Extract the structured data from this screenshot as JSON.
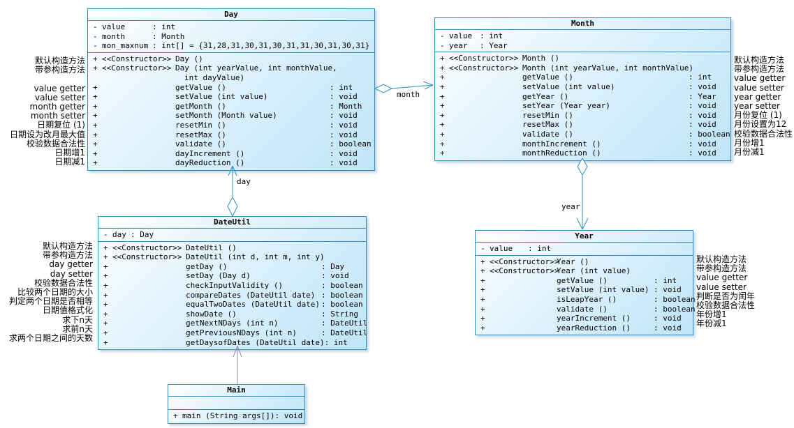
{
  "colors": {
    "box_border": "#2e8fbe",
    "box_fill_light": "#ffffff",
    "box_fill_dark": "#bfe5f8",
    "connector": "#2e8fbe",
    "dependency_connector": "#9186b8",
    "text": "#000000"
  },
  "classes": [
    {
      "name": "Day",
      "attributes": [
        {
          "vis": "-",
          "name": "value",
          "type": ": int"
        },
        {
          "vis": "-",
          "name": "month",
          "type": ": Month"
        },
        {
          "vis": "-",
          "name": "mon_maxnum",
          "type": ": int[] = {31,28,31,30,31,30,31,31,30,31,30,31}"
        }
      ],
      "methods": [
        {
          "vis": "+",
          "stereo": "<<Constructor>>",
          "sig": "Day ()",
          "ret": ""
        },
        {
          "vis": "+",
          "stereo": "<<Constructor>>",
          "sig": "Day (int yearValue, int monthValue,",
          "ret": ""
        },
        {
          "vis": "",
          "stereo": "",
          "sig": "int dayValue)",
          "ret": "",
          "cont": true
        },
        {
          "vis": "+",
          "stereo": "",
          "sig": "getValue ()",
          "ret": ": int"
        },
        {
          "vis": "+",
          "stereo": "",
          "sig": "setValue (int value)",
          "ret": ": void"
        },
        {
          "vis": "+",
          "stereo": "",
          "sig": "getMonth ()",
          "ret": ": Month"
        },
        {
          "vis": "+",
          "stereo": "",
          "sig": "setMonth (Month value)",
          "ret": ": void"
        },
        {
          "vis": "+",
          "stereo": "",
          "sig": "resetMin ()",
          "ret": ": void"
        },
        {
          "vis": "+",
          "stereo": "",
          "sig": "resetMax ()",
          "ret": ": void"
        },
        {
          "vis": "+",
          "stereo": "",
          "sig": "validate ()",
          "ret": ": boolean"
        },
        {
          "vis": "+",
          "stereo": "",
          "sig": "dayIncrement ()",
          "ret": ": void"
        },
        {
          "vis": "+",
          "stereo": "",
          "sig": "dayReduction ()",
          "ret": ": void"
        }
      ]
    },
    {
      "name": "Month",
      "attributes": [
        {
          "vis": "-",
          "name": "value",
          "type": ": int"
        },
        {
          "vis": "-",
          "name": "year",
          "type": ": Year"
        }
      ],
      "methods": [
        {
          "vis": "+",
          "stereo": "<<Constructor>>",
          "sig": "Month ()",
          "ret": ""
        },
        {
          "vis": "+",
          "stereo": "<<Constructor>>",
          "sig": "Month (int yearValue, int monthValue)",
          "ret": ""
        },
        {
          "vis": "+",
          "stereo": "",
          "sig": "getValue ()",
          "ret": ": int"
        },
        {
          "vis": "+",
          "stereo": "",
          "sig": "setValue (int value)",
          "ret": ": void"
        },
        {
          "vis": "+",
          "stereo": "",
          "sig": "getYear ()",
          "ret": ": Year"
        },
        {
          "vis": "+",
          "stereo": "",
          "sig": "setYear (Year year)",
          "ret": ": void"
        },
        {
          "vis": "+",
          "stereo": "",
          "sig": "resetMin ()",
          "ret": ": void"
        },
        {
          "vis": "+",
          "stereo": "",
          "sig": "resetMax ()",
          "ret": ": void"
        },
        {
          "vis": "+",
          "stereo": "",
          "sig": "validate ()",
          "ret": ": boolean"
        },
        {
          "vis": "+",
          "stereo": "",
          "sig": "monthIncrement ()",
          "ret": ": void"
        },
        {
          "vis": "+",
          "stereo": "",
          "sig": "monthReduction ()",
          "ret": ": void"
        }
      ]
    },
    {
      "name": "DateUtil",
      "attributes": [
        {
          "vis": "-",
          "name": "day",
          "type": ": Day"
        }
      ],
      "methods": [
        {
          "vis": "+",
          "stereo": "<<Constructor>>",
          "sig": "DateUtil ()",
          "ret": ""
        },
        {
          "vis": "+",
          "stereo": "<<Constructor>>",
          "sig": "DateUtil (int d, int m, int y)",
          "ret": ""
        },
        {
          "vis": "+",
          "stereo": "",
          "sig": "getDay ()",
          "ret": ": Day"
        },
        {
          "vis": "+",
          "stereo": "",
          "sig": "setDay (Day d)",
          "ret": ": void"
        },
        {
          "vis": "+",
          "stereo": "",
          "sig": "checkInputValidity ()",
          "ret": ": boolean"
        },
        {
          "vis": "+",
          "stereo": "",
          "sig": "compareDates (DateUtil date)",
          "ret": ": boolean"
        },
        {
          "vis": "+",
          "stereo": "",
          "sig": "equalTwoDates (DateUtil date)",
          "ret": ": boolean"
        },
        {
          "vis": "+",
          "stereo": "",
          "sig": "showDate ()",
          "ret": ": String"
        },
        {
          "vis": "+",
          "stereo": "",
          "sig": "getNextNDays (int n)",
          "ret": ": DateUtil"
        },
        {
          "vis": "+",
          "stereo": "",
          "sig": "getPreviousNDays (int n)",
          "ret": ": DateUtil"
        },
        {
          "vis": "+",
          "stereo": "",
          "sig": "getDaysofDates (DateUtil date)",
          "ret": ": int"
        }
      ]
    },
    {
      "name": "Year",
      "attributes": [
        {
          "vis": "-",
          "name": "value",
          "type": ": int"
        }
      ],
      "methods": [
        {
          "vis": "+",
          "stereo": "<<Constructor>>",
          "sig": "Year ()",
          "ret": ""
        },
        {
          "vis": "+",
          "stereo": "<<Constructor>>",
          "sig": "Year (int value)",
          "ret": ""
        },
        {
          "vis": "+",
          "stereo": "",
          "sig": "getValue ()",
          "ret": ": int"
        },
        {
          "vis": "+",
          "stereo": "",
          "sig": "setValue (int value)",
          "ret": ": void"
        },
        {
          "vis": "+",
          "stereo": "",
          "sig": "isLeapYear ()",
          "ret": ": boolean"
        },
        {
          "vis": "+",
          "stereo": "",
          "sig": "validate ()",
          "ret": ": boolean"
        },
        {
          "vis": "+",
          "stereo": "",
          "sig": "yearIncrement ()",
          "ret": ": void"
        },
        {
          "vis": "+",
          "stereo": "",
          "sig": "yearReduction ()",
          "ret": ": void"
        }
      ]
    },
    {
      "name": "Main",
      "attributes": [],
      "methods": [
        {
          "vis": "+",
          "stereo": "",
          "sig": "main (String args[])",
          "ret": ": void"
        }
      ]
    }
  ],
  "relations": [
    {
      "type": "aggregation",
      "from": "Day",
      "to": "Month",
      "label": "month"
    },
    {
      "type": "aggregation",
      "from": "DateUtil",
      "to": "Day",
      "label": "day"
    },
    {
      "type": "aggregation",
      "from": "Month",
      "to": "Year",
      "label": "year"
    },
    {
      "type": "association",
      "from": "Main",
      "to": "DateUtil",
      "label": ""
    }
  ],
  "annotations": {
    "day_left": [
      "默认构造方法",
      "带参构造方法",
      "",
      "value getter",
      "value setter",
      "month getter",
      "month setter",
      "日期复位 (1)",
      "日期设为改月最大值",
      "校验数据合法性",
      "日期增1",
      "日期减1"
    ],
    "month_right": [
      "默认构造方法",
      "带参构造方法",
      "value getter",
      "value setter",
      "year getter",
      "year setter",
      "月份复位 (1)",
      "月份设置为12",
      "校验数据合法性",
      "月份增1",
      "月份减1"
    ],
    "dateutil_left": [
      "默认构造方法",
      "带参构造方法",
      "day getter",
      "day setter",
      "校验数据合法性",
      "比较两个日期的大小",
      "判定两个日期是否相等",
      "日期值格式化",
      "求下n天",
      "求前n天",
      "求两个日期之间的天数"
    ],
    "year_right": [
      "默认构造方法",
      "带参构造方法",
      "value getter",
      "value setter",
      "判断是否为闰年",
      "校验数据合法性",
      "年份增1",
      "年份减1"
    ]
  }
}
